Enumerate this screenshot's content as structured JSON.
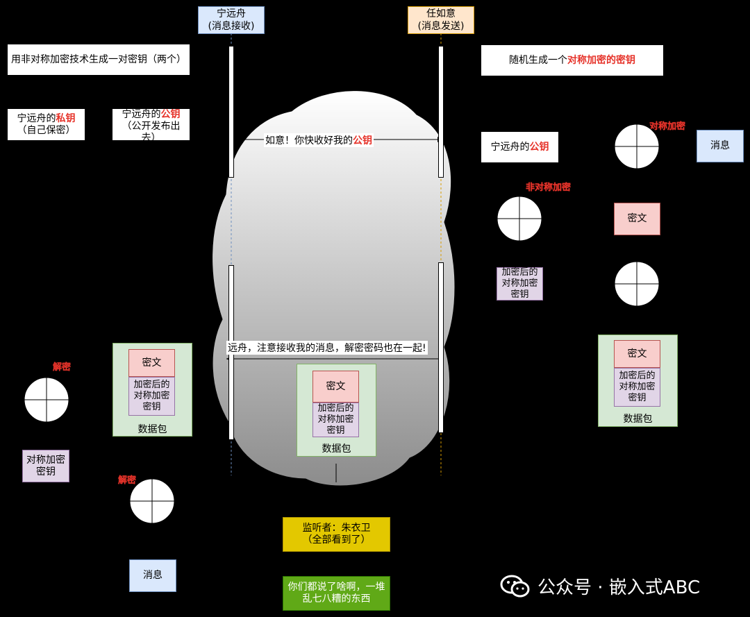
{
  "participants": {
    "receiver": {
      "name": "宁远舟",
      "role": "(消息接收)"
    },
    "sender": {
      "name": "任如意",
      "role": "(消息发送)"
    }
  },
  "left": {
    "keygen": "用非对称加密技术生成一对密钥（两个）",
    "private_key": {
      "prefix": "宁远舟的",
      "highlight": "私钥",
      "note": "（自己保密）"
    },
    "public_key": {
      "prefix": "宁远舟的",
      "highlight": "公钥",
      "note": "（公开发布出去）"
    },
    "package": {
      "ciphertext": "密文",
      "enc_key": "加密后的对称加密密钥",
      "label": "数据包"
    },
    "decrypt1": "解密",
    "sym_key": "对称加密密钥",
    "decrypt2": "解密",
    "message": "消息"
  },
  "messages": {
    "msg1": {
      "text": "如意！你快收好我的",
      "highlight": "公钥"
    },
    "msg2": {
      "text": "远舟，注意接收我的消息，解密密码也在一起!"
    }
  },
  "middle": {
    "package": {
      "ciphertext": "密文",
      "enc_key": "加密后的对称加密密钥",
      "label": "数据包"
    },
    "eavesdropper": "监听者：朱衣卫（全部看到了）",
    "eavesdropper_comment": "你们都说了啥啊，一堆乱七八糟的东西"
  },
  "right": {
    "sym_gen": {
      "prefix": "随机生成一个",
      "highlight": "对称加密的密钥"
    },
    "public_key": {
      "prefix": "宁远舟的",
      "highlight": "公钥"
    },
    "sym_encrypt": "对称加密",
    "message": "消息",
    "asym_encrypt": "非对称加密",
    "ciphertext": "密文",
    "enc_key": "加密后的对称加密密钥",
    "package": {
      "ciphertext": "密文",
      "enc_key": "加密后的对称加密密钥",
      "label": "数据包"
    }
  },
  "watermark": {
    "text": "公众号 · 嵌入式ABC",
    "icon": "wechat-icon"
  },
  "colors": {
    "highlight": "#e6332a",
    "background": "#000000"
  }
}
